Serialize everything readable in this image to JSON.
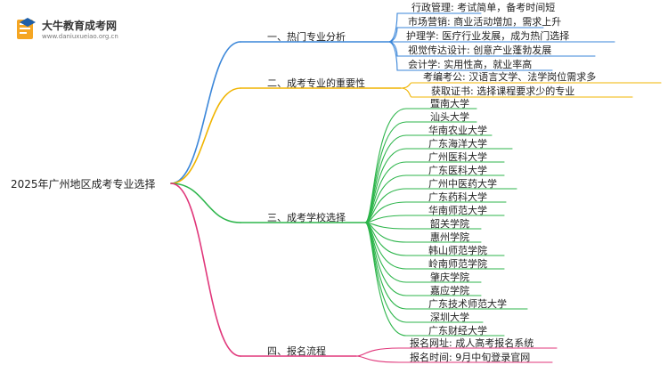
{
  "brand": {
    "name": "大牛教育成考网",
    "url": "www.daniuxueiao.org.cn"
  },
  "root": "2025年广州地区成考专业选择",
  "branches": [
    {
      "title": "一、热门专业分析",
      "color": "#3a86d9",
      "items": [
        "行政管理: 考试简单，备考时间短",
        "市场营销: 商业活动增加，需求上升",
        "护理学: 医疗行业发展，成为热门选择",
        "视觉传达设计: 创意产业蓬勃发展",
        "会计学: 实用性高，就业率高"
      ]
    },
    {
      "title": "二、成考专业的重要性",
      "color": "#f0b400",
      "items": [
        "考编考公: 汉语言文学、法学岗位需求多",
        "获取证书: 选择课程要求少的专业"
      ]
    },
    {
      "title": "三、成考学校选择",
      "color": "#2db54b",
      "items": [
        "暨南大学",
        "汕头大学",
        "华南农业大学",
        "广东海洋大学",
        "广州医科大学",
        "广东医科大学",
        "广州中医药大学",
        "广东药科大学",
        "华南师范大学",
        "韶关学院",
        "惠州学院",
        "韩山师范学院",
        "岭南师范学院",
        "肇庆学院",
        "嘉应学院",
        "广东技术师范大学",
        "深圳大学",
        "广东财经大学"
      ]
    },
    {
      "title": "四、报名流程",
      "color": "#e0367a",
      "items": [
        "报名网址: 成人高考报名系统",
        "报名时间: 9月中旬登录官网"
      ]
    }
  ]
}
